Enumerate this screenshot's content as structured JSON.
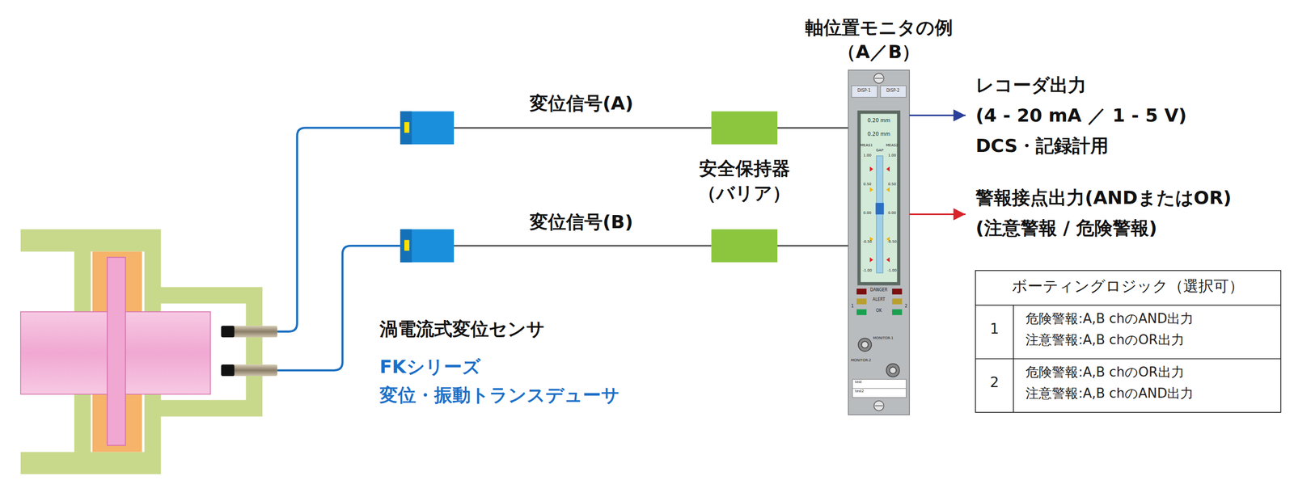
{
  "diagram": {
    "nodes": [
      {
        "text": [
          "軸位置モニタの例 （A／B）"
        ]
      },
      {
        "text": [
          "レコーダ出力",
          "(4 - 20 mA ／ 1 - 5 V)",
          "DCS・記録計用"
        ]
      },
      {
        "text": [
          "警報接点出力(ANDまたはOR)",
          "(注意警報 / 危険警報)"
        ]
      }
    ],
    "edges": [
      {
        "from": 0,
        "to": 1,
        "arrow": "to"
      },
      {
        "from": 0,
        "to": 2,
        "arrow": "to"
      }
    ],
    "labels": [
      "変位信号(A)",
      "変位信号(B)",
      "安全保持器 （バリア）",
      "渦電流式変位センサ",
      "FKシリーズ",
      "変位・振動トランスデューサ",
      "DISP-1",
      "DISP-2",
      "0.20 mm",
      "0.20 mm",
      "MEAS1",
      "MEAS2",
      "GAP",
      "1.00",
      "0.50",
      "0.00",
      "-0.50",
      "-1.00",
      "1.00",
      "0.50",
      "0.00",
      "-0.50",
      "-1.00",
      "DANGER",
      "ALERT",
      "OK",
      "1",
      "2",
      "MONITOR-1",
      "MONITOR-2",
      "test",
      "test2",
      "ボーティングロジック（選択可）",
      "1",
      "危険警報:A,B chのAND出力",
      "注意警報:A,B chのOR出力",
      "2",
      "危険警報:A,B chのOR出力",
      "注意警報:A,B chのAND出力"
    ]
  }
}
